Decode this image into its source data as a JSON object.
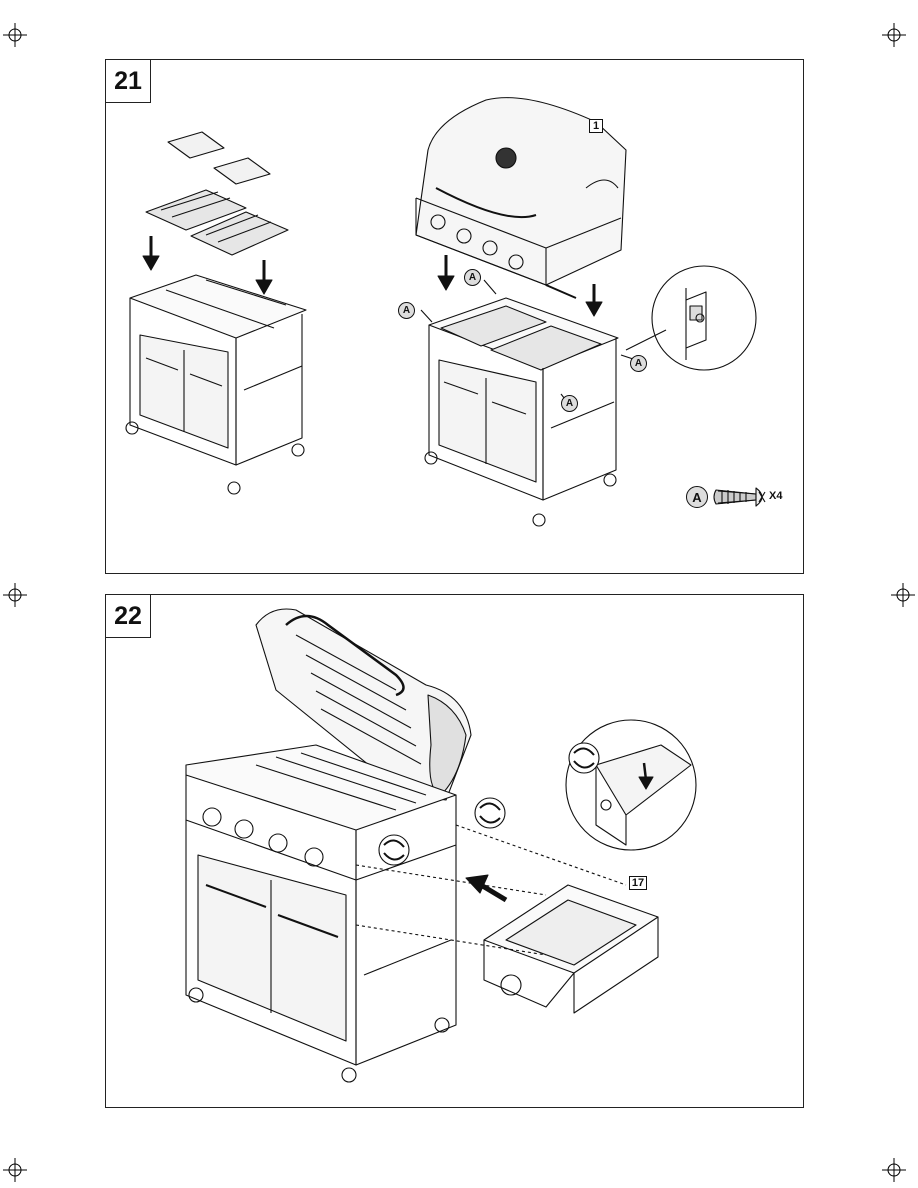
{
  "steps": [
    {
      "number": "21",
      "grill_lid_label": "1",
      "screw_callout": "A",
      "hardware": {
        "callout": "A",
        "quantity": "X4"
      }
    },
    {
      "number": "22",
      "side_burner_label": "17"
    }
  ]
}
